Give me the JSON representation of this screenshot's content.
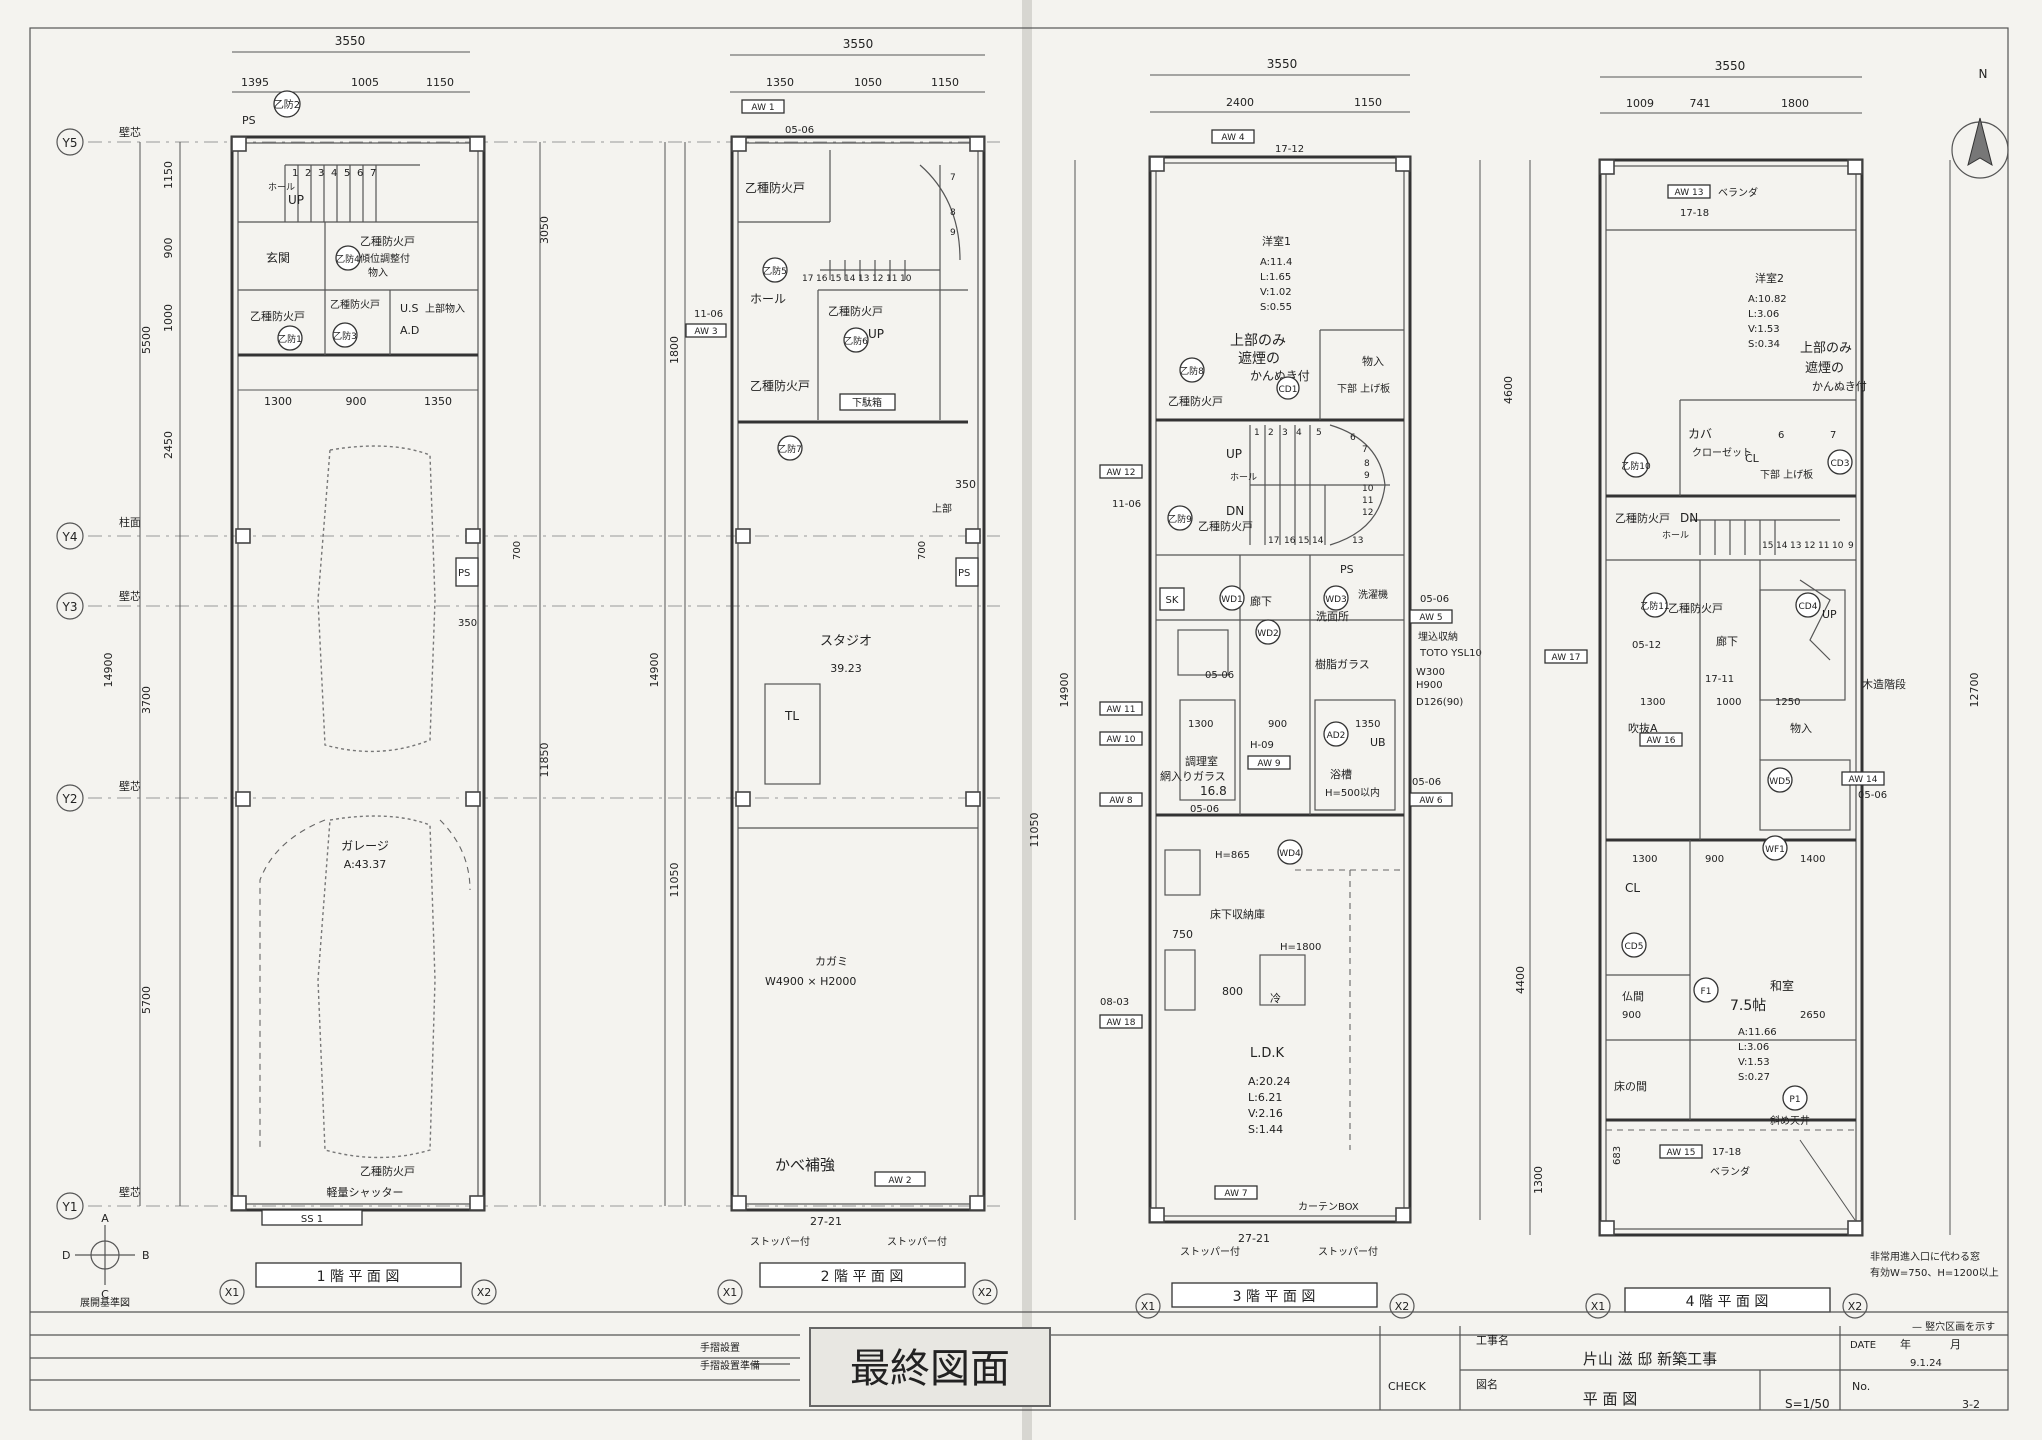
{
  "sheet": {
    "orientation_symbol": "N",
    "bottom_notes": [
      "手摺設置",
      "手摺設置準備"
    ],
    "stamp": "最終図面",
    "title_block": {
      "project_label": "工事名",
      "project_name": "片山 滋 邸 新築工事",
      "drawing_label": "図名",
      "drawing_name": "平 面 図",
      "check_label": "CHECK",
      "scale": "S=1/50",
      "date_label": "DATE",
      "date_year": "年",
      "date_month": "月",
      "date_value": "9.1.24",
      "no_label": "No.",
      "sheet_no": "3-2"
    },
    "legend_note": "— 竪穴区画を示す",
    "grid": {
      "y_labels": [
        "Y5",
        "Y4",
        "Y3",
        "Y2",
        "Y1"
      ],
      "y_wall_labels": [
        "壁芯",
        "柱面",
        "壁芯",
        "壁芯",
        "壁芯"
      ],
      "y_dims": [
        "1150",
        "900",
        "1000",
        "5500",
        "2450",
        "3700",
        "5700"
      ],
      "y_total": "14900",
      "x_labels": [
        "X1",
        "X2"
      ],
      "compass": [
        "A",
        "B",
        "C",
        "D"
      ],
      "compass_caption": "展開基準図"
    }
  },
  "floors": [
    {
      "title": "1 階 平 面 図",
      "top_total": "3550",
      "top_dims": [
        "1395",
        "1005",
        "1150"
      ],
      "labels": [
        "PS",
        "ホール",
        "UP",
        "玄関",
        "乙種防火戸",
        "傾位調整付",
        "物入",
        "乙種防火戸",
        "乙種防火戸",
        "U.S",
        "上部物入",
        "A.D",
        "ガレージ",
        "A:43.37",
        "乙種防火戸",
        "軽量シャッター",
        "SS 1",
        "PS",
        "1300",
        "900",
        "1350",
        "700",
        "350",
        "3050",
        "11850"
      ],
      "marks": [
        "乙防2",
        "乙防4",
        "乙防3",
        "乙防1"
      ],
      "steps": [
        "1",
        "2",
        "3",
        "4",
        "5",
        "6",
        "7"
      ]
    },
    {
      "title": "2 階 平 面 図",
      "top_total": "3550",
      "top_dims": [
        "1350",
        "1050",
        "1150"
      ],
      "labels": [
        "AW 1",
        "05-06",
        "乙種防火戸",
        "ホール",
        "11-06",
        "AW 3",
        "乙種防火戸",
        "乙種防火戸",
        "UP",
        "下駄箱",
        "スタジオ",
        "39.23",
        "TL",
        "350",
        "上部",
        "700",
        "PS",
        "カガミ",
        "W4900 × H2000",
        "かべ補強",
        "AW 2",
        "27-21",
        "ストッパー付",
        "ストッパー付",
        "11050",
        "1800"
      ],
      "marks": [
        "乙防5",
        "乙防6",
        "乙防7"
      ],
      "steps": [
        "17",
        "16",
        "15",
        "14",
        "13",
        "12",
        "11",
        "10",
        "9",
        "8",
        "7"
      ]
    },
    {
      "title": "3 階 平 面 図",
      "top_total": "3550",
      "top_dims": [
        "2400",
        "1150"
      ],
      "labels": [
        "AW 4",
        "17-12",
        "洋室1",
        "A:11.4",
        "L:1.65",
        "V:1.02",
        "S:0.55",
        "上部のみ",
        "遮煙の",
        "かんぬき付",
        "物入",
        "下部 上げ板",
        "乙種防火戸",
        "AW 12",
        "UP",
        "ホール",
        "DN",
        "11-06",
        "乙種防火戸",
        "PS",
        "SK",
        "廊下",
        "洗濯機",
        "洗面所",
        "05-06",
        "AW 5",
        "埋込収納",
        "TOTO YSL10",
        "W300",
        "H900",
        "D126(90)",
        "樹脂ガラス",
        "05-06",
        "AW 11",
        "AW 10",
        "1300",
        "900",
        "1350",
        "H-09",
        "調理室",
        "網入りガラス",
        "16.8",
        "AW 9",
        "浴槽",
        "H=500以内",
        "UB",
        "AW 8",
        "05-06",
        "AW 6",
        "05-06",
        "H=865",
        "床下収納庫",
        "750",
        "H=1800",
        "800",
        "冷",
        "L.D.K",
        "A:20.24",
        "L:6.21",
        "V:2.16",
        "S:1.44",
        "08-03",
        "AW 18",
        "AW 7",
        "カーテンBOX",
        "27-21",
        "ストッパー付",
        "ストッパー付",
        "14900",
        "4600",
        "11050"
      ],
      "marks": [
        "乙防8",
        "CD1",
        "乙防9",
        "WD1",
        "WD2",
        "WD3",
        "AD2",
        "WD4"
      ],
      "steps": [
        "1",
        "2",
        "3",
        "4",
        "5",
        "6",
        "7",
        "8",
        "9",
        "10",
        "11",
        "12",
        "13",
        "14",
        "15",
        "16",
        "17"
      ]
    },
    {
      "title": "4 階 平 面 図",
      "top_total": "3550",
      "top_dims": [
        "1009",
        "741",
        "1800"
      ],
      "labels": [
        "AW 13",
        "ベランダ",
        "17-18",
        "洋室2",
        "A:10.82",
        "L:3.06",
        "V:1.53",
        "S:0.34",
        "上部のみ",
        "遮煙の",
        "かんぬき付",
        "カバ",
        "クローゼット",
        "CL",
        "下部 上げ板",
        "乙種防火戸",
        "DN",
        "ホール",
        "AW 17",
        "05-12",
        "乙種防火戸",
        "廊下",
        "17-11",
        "1300",
        "1000",
        "UP",
        "木造階段",
        "1250",
        "物入",
        "吹抜A",
        "AW 16",
        "AW 14",
        "05-06",
        "1300",
        "900",
        "1400",
        "CL",
        "和室",
        "7.5帖",
        "2650",
        "仏間",
        "900",
        "A:11.66",
        "L:3.06",
        "V:1.53",
        "S:0.27",
        "床の間",
        "斜め天井",
        "AW 15",
        "17-18",
        "ベランダ",
        "683",
        "非常用進入口に代わる窓",
        "有効W=750、H=1200以上",
        "12700",
        "4400",
        "1300"
      ],
      "marks": [
        "乙防10",
        "CD3",
        "乙防11",
        "CD4",
        "WD5",
        "WF1",
        "CD5",
        "F1",
        "P1"
      ],
      "steps": [
        "15",
        "14",
        "13",
        "12",
        "11",
        "10",
        "9",
        "6",
        "7"
      ]
    }
  ]
}
